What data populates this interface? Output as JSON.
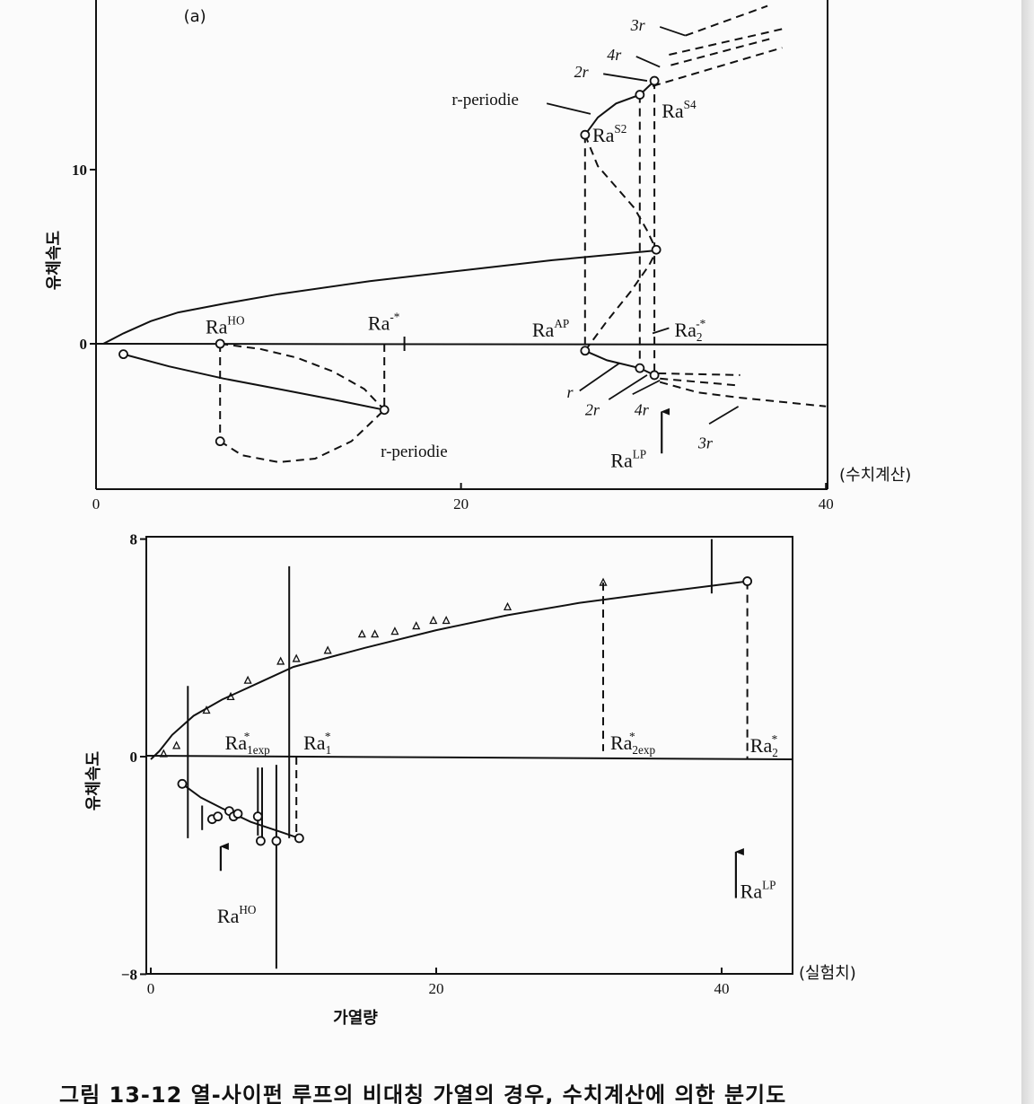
{
  "caption": "그림 13-12 열-사이펀 루프의 비대칭 가열의 경우, 수치계산에 의한 분기도",
  "colors": {
    "ink": "#111111",
    "paper": "#fbfbfb"
  },
  "chart_data": [
    {
      "id": "a",
      "type": "line",
      "panel_label": "(a)",
      "xlim": [
        0,
        40
      ],
      "ylim": [
        -8.3,
        20
      ],
      "xticks": [
        "0",
        "20",
        "40"
      ],
      "xtick_values": [
        0,
        20,
        40
      ],
      "yticks": [
        "0",
        "10"
      ],
      "ytick_values": [
        0,
        10
      ],
      "ylabel": "유체속도",
      "xlabel": "",
      "note": "(수치계산)",
      "grid": false,
      "series": [
        {
          "name": "stable-upper",
          "style": "solid",
          "points": [
            [
              0.4,
              0
            ],
            [
              1.5,
              0.6
            ],
            [
              3,
              1.3
            ],
            [
              4.5,
              1.8
            ],
            [
              7,
              2.3
            ],
            [
              10,
              2.85
            ],
            [
              15,
              3.6
            ],
            [
              20,
              4.2
            ],
            [
              25,
              4.8
            ],
            [
              30.6,
              5.35
            ]
          ]
        },
        {
          "name": "stable-lower",
          "style": "solid",
          "points": [
            [
              1.5,
              -0.6
            ],
            [
              4,
              -1.3
            ],
            [
              7,
              -2.0
            ],
            [
              10,
              -2.6
            ],
            [
              13,
              -3.2
            ],
            [
              15.8,
              -3.8
            ]
          ]
        },
        {
          "name": "r-periodie-lower-upper",
          "style": "dashed",
          "points": [
            [
              6.8,
              0
            ],
            [
              9,
              -0.3
            ],
            [
              11,
              -0.8
            ],
            [
              13,
              -1.6
            ],
            [
              14.7,
              -2.6
            ],
            [
              15.8,
              -3.8
            ]
          ]
        },
        {
          "name": "r-periodie-lower-lower",
          "style": "dashed",
          "points": [
            [
              6.8,
              -5.6
            ],
            [
              8,
              -6.4
            ],
            [
              10,
              -6.8
            ],
            [
              12,
              -6.6
            ],
            [
              14,
              -5.6
            ],
            [
              15.8,
              -3.8
            ]
          ]
        },
        {
          "name": "ra-ho-vertical",
          "style": "dashed",
          "points": [
            [
              6.8,
              0
            ],
            [
              6.8,
              -5.6
            ]
          ]
        },
        {
          "name": "ra-minus-star-vertical",
          "style": "dashed",
          "points": [
            [
              15.8,
              0
            ],
            [
              15.8,
              -3.8
            ]
          ]
        },
        {
          "name": "r-periodie-upper",
          "style": "solid",
          "points": [
            [
              26.8,
              12
            ],
            [
              27.5,
              13
            ],
            [
              28.5,
              13.8
            ],
            [
              29.8,
              14.3
            ],
            [
              30.6,
              15.1
            ]
          ]
        },
        {
          "name": "unstable-s-upper",
          "style": "dashed",
          "points": [
            [
              26.8,
              12
            ],
            [
              27.5,
              10.2
            ],
            [
              28.5,
              9
            ],
            [
              29.5,
              7.8
            ],
            [
              30.2,
              6.5
            ],
            [
              30.7,
              5.4
            ]
          ]
        },
        {
          "name": "unstable-s-lower",
          "style": "dashed",
          "points": [
            [
              26.8,
              -0.4
            ],
            [
              28,
              1.3
            ],
            [
              29.3,
              3
            ],
            [
              30.3,
              4.5
            ],
            [
              30.7,
              5.3
            ]
          ]
        },
        {
          "name": "ra-ap-vertical",
          "style": "dashed",
          "points": [
            [
              26.8,
              12
            ],
            [
              26.8,
              -0.4
            ]
          ]
        },
        {
          "name": "ra-s2-vertical",
          "style": "dashed",
          "points": [
            [
              29.8,
              14.3
            ],
            [
              29.8,
              -1.4
            ]
          ]
        },
        {
          "name": "ra-s4-vertical",
          "style": "dashed",
          "points": [
            [
              30.6,
              15.1
            ],
            [
              30.6,
              -1.8
            ]
          ]
        },
        {
          "name": "r-periodie-negative",
          "style": "solid",
          "points": [
            [
              26.8,
              -0.4
            ],
            [
              28,
              -0.95
            ],
            [
              29.8,
              -1.4
            ],
            [
              30.6,
              -1.8
            ]
          ]
        },
        {
          "name": "branch-3r-a",
          "style": "dashed",
          "points": [
            [
              32.3,
              17.7
            ],
            [
              36.8,
              19.4
            ]
          ]
        },
        {
          "name": "branch-3r-b",
          "style": "dashed",
          "points": [
            [
              31.4,
              16.6
            ],
            [
              37.7,
              18.1
            ]
          ]
        },
        {
          "name": "branch-3r-c",
          "style": "dashed",
          "points": [
            [
              31.5,
              16.0
            ],
            [
              36.9,
              17.5
            ]
          ]
        },
        {
          "name": "branch-4r",
          "style": "dashed",
          "points": [
            [
              30.5,
              14.8
            ],
            [
              37.6,
              17.0
            ]
          ]
        },
        {
          "name": "branch-neg-a",
          "style": "dashed",
          "points": [
            [
              30.8,
              -1.7
            ],
            [
              35.3,
              -1.8
            ]
          ]
        },
        {
          "name": "branch-neg-b",
          "style": "dashed",
          "points": [
            [
              30.9,
              -2.0
            ],
            [
              35.3,
              -2.4
            ]
          ]
        },
        {
          "name": "branch-neg-3r",
          "style": "dashed",
          "points": [
            [
              30.9,
              -2.2
            ],
            [
              33,
              -2.8
            ],
            [
              35.3,
              -3.1
            ],
            [
              40,
              -3.6
            ]
          ]
        }
      ],
      "leaders": [
        [
          [
            30.9,
            18.2
          ],
          [
            32.3,
            17.7
          ]
        ],
        [
          [
            29.6,
            16.5
          ],
          [
            30.9,
            15.9
          ]
        ],
        [
          [
            27.8,
            15.5
          ],
          [
            30.2,
            15.1
          ]
        ],
        [
          [
            24.7,
            13.8
          ],
          [
            27.1,
            13.2
          ]
        ],
        [
          [
            30.5,
            0.6
          ],
          [
            31.4,
            0.9
          ]
        ],
        [
          [
            26.5,
            -2.7
          ],
          [
            28.7,
            -1.1
          ]
        ],
        [
          [
            28.1,
            -3.2
          ],
          [
            30.2,
            -1.8
          ]
        ],
        [
          [
            29.4,
            -2.9
          ],
          [
            30.9,
            -2.1
          ]
        ],
        [
          [
            33.6,
            -4.6
          ],
          [
            35.2,
            -3.6
          ]
        ]
      ],
      "arrows": [
        [
          [
            31.0,
            -6.3
          ],
          [
            31.0,
            -3.9
          ]
        ]
      ],
      "axis_marks": [
        16.9
      ],
      "circles": [
        [
          1.5,
          -0.6
        ],
        [
          6.8,
          0
        ],
        [
          6.8,
          -5.6
        ],
        [
          15.8,
          -3.8
        ],
        [
          26.8,
          12
        ],
        [
          29.8,
          14.3
        ],
        [
          30.6,
          15.1
        ],
        [
          30.7,
          5.4
        ],
        [
          26.8,
          -0.4
        ],
        [
          29.8,
          -1.4
        ],
        [
          30.6,
          -1.8
        ]
      ],
      "triangles": [],
      "labels": [
        {
          "text": "(a)",
          "x": 4.8,
          "y": 18.5,
          "size": 18,
          "font": "sans"
        },
        {
          "text": "3r",
          "x": 29.3,
          "y": 18.0,
          "size": 18,
          "italic": true
        },
        {
          "text": "4r",
          "x": 28.0,
          "y": 16.3,
          "size": 18,
          "italic": true
        },
        {
          "text": "2r",
          "x": 26.2,
          "y": 15.3,
          "size": 18,
          "italic": true
        },
        {
          "text": "r-periodie",
          "x": 19.5,
          "y": 13.7,
          "size": 19
        },
        {
          "text": "Ra",
          "sup": "S2",
          "x": 27.2,
          "y": 11.6,
          "size": 22
        },
        {
          "text": "Ra",
          "sup": "S4",
          "x": 31.0,
          "y": 13.0,
          "size": 22
        },
        {
          "text": "Ra",
          "sup": "HO",
          "x": 6.0,
          "y": 0.6,
          "size": 22
        },
        {
          "text": "Ra",
          "sup": "-*",
          "x": 14.9,
          "y": 0.8,
          "size": 22
        },
        {
          "text": "Ra",
          "sup": "AP",
          "x": 23.9,
          "y": 0.4,
          "size": 22
        },
        {
          "text": "Ra",
          "sub": "2",
          "sup": "-*",
          "x": 31.7,
          "y": 0.4,
          "size": 22
        },
        {
          "text": "r",
          "x": 25.8,
          "y": -3.1,
          "size": 18,
          "italic": true
        },
        {
          "text": "2r",
          "x": 26.8,
          "y": -4.1,
          "size": 18,
          "italic": true
        },
        {
          "text": "4r",
          "x": 29.5,
          "y": -4.1,
          "size": 18,
          "italic": true
        },
        {
          "text": "3r",
          "x": 33.0,
          "y": -6.0,
          "size": 18,
          "italic": true
        },
        {
          "text": "r-periodie",
          "x": 15.6,
          "y": -6.5,
          "size": 19
        },
        {
          "text": "Ra",
          "sup": "LP",
          "x": 28.2,
          "y": -7.1,
          "size": 22
        }
      ]
    },
    {
      "id": "b",
      "type": "scatter",
      "panel_label": "",
      "xlim": [
        0,
        45
      ],
      "ylim": [
        -8,
        8
      ],
      "xticks": [
        "0",
        "20",
        "40"
      ],
      "xtick_values": [
        0,
        20,
        40
      ],
      "yticks": [
        "8",
        "0",
        "−8"
      ],
      "ytick_values": [
        8,
        0,
        -8
      ],
      "ylabel": "유체속도",
      "xlabel": "가열량",
      "note": "(실험치)",
      "grid": false,
      "series": [
        {
          "name": "fit-upper",
          "style": "solid",
          "points": [
            [
              0,
              -0.1
            ],
            [
              0.6,
              0.2
            ],
            [
              1.5,
              0.8
            ],
            [
              3,
              1.5
            ],
            [
              5,
              2.1
            ],
            [
              7.5,
              2.7
            ],
            [
              10,
              3.3
            ],
            [
              15,
              4.0
            ],
            [
              20,
              4.65
            ],
            [
              25,
              5.2
            ],
            [
              30,
              5.65
            ],
            [
              35,
              6.0
            ],
            [
              41.8,
              6.45
            ]
          ]
        },
        {
          "name": "fit-lower",
          "style": "solid",
          "points": [
            [
              2.2,
              -1.0
            ],
            [
              3.5,
              -1.5
            ],
            [
              5,
              -1.9
            ],
            [
              7,
              -2.4
            ],
            [
              9,
              -2.75
            ],
            [
              10.4,
              -3.0
            ]
          ]
        },
        {
          "name": "error-bar",
          "style": "solid",
          "points": [
            [
              2.6,
              2.6
            ],
            [
              2.6,
              -3.0
            ]
          ]
        },
        {
          "name": "error-bar",
          "style": "solid",
          "points": [
            [
              3.6,
              -1.8
            ],
            [
              3.6,
              -2.7
            ]
          ]
        },
        {
          "name": "error-bar",
          "style": "solid",
          "points": [
            [
              7.5,
              -0.4
            ],
            [
              7.5,
              -2.9
            ]
          ]
        },
        {
          "name": "error-bar",
          "style": "solid",
          "points": [
            [
              7.8,
              -0.4
            ],
            [
              7.8,
              -3.0
            ]
          ]
        },
        {
          "name": "error-bar",
          "style": "solid",
          "points": [
            [
              8.8,
              -0.3
            ],
            [
              8.8,
              -7.8
            ]
          ]
        },
        {
          "name": "error-bar",
          "style": "solid",
          "points": [
            [
              9.7,
              7.0
            ],
            [
              9.7,
              -3.0
            ]
          ]
        },
        {
          "name": "error-bar",
          "style": "solid",
          "points": [
            [
              39.3,
              8
            ],
            [
              39.3,
              6.0
            ]
          ]
        },
        {
          "name": "ra1-star-vertical",
          "style": "dashed",
          "points": [
            [
              10.2,
              0
            ],
            [
              10.2,
              -3.0
            ]
          ]
        },
        {
          "name": "ra2exp-vertical",
          "style": "dashed",
          "points": [
            [
              31.7,
              6.4
            ],
            [
              31.7,
              0.2
            ]
          ]
        },
        {
          "name": "ra2-star-vertical",
          "style": "dashed",
          "points": [
            [
              41.8,
              6.45
            ],
            [
              41.8,
              -0.1
            ]
          ]
        }
      ],
      "leaders": [],
      "arrows": [
        [
          [
            4.9,
            -4.2
          ],
          [
            4.9,
            -3.3
          ]
        ],
        [
          [
            41.0,
            -5.2
          ],
          [
            41.0,
            -3.5
          ]
        ]
      ],
      "axis_marks": [],
      "circles": [
        [
          2.2,
          -1.0
        ],
        [
          10.4,
          -3.0
        ],
        [
          41.8,
          6.45
        ],
        [
          4.3,
          -2.3
        ],
        [
          4.7,
          -2.2
        ],
        [
          5.5,
          -2.0
        ],
        [
          5.8,
          -2.2
        ],
        [
          6.1,
          -2.1
        ],
        [
          7.5,
          -2.2
        ],
        [
          7.7,
          -3.1
        ],
        [
          8.8,
          -3.1
        ]
      ],
      "triangles": [
        [
          0.9,
          0.1
        ],
        [
          1.8,
          0.4
        ],
        [
          3.9,
          1.7
        ],
        [
          5.6,
          2.2
        ],
        [
          6.8,
          2.8
        ],
        [
          9.1,
          3.5
        ],
        [
          10.2,
          3.6
        ],
        [
          12.4,
          3.9
        ],
        [
          14.8,
          4.5
        ],
        [
          15.7,
          4.5
        ],
        [
          17.1,
          4.6
        ],
        [
          18.6,
          4.8
        ],
        [
          19.8,
          5.0
        ],
        [
          20.7,
          5.0
        ],
        [
          25.0,
          5.5
        ],
        [
          31.7,
          6.4
        ]
      ],
      "labels": [
        {
          "text": "Ra",
          "sup": "*",
          "sub": "1exp",
          "x": 5.2,
          "y": 0.26,
          "size": 22
        },
        {
          "text": "Ra",
          "sup": "*",
          "sub": "1",
          "x": 10.7,
          "y": 0.26,
          "size": 22
        },
        {
          "text": "Ra",
          "sup": "*",
          "sub": "2exp",
          "x": 32.2,
          "y": 0.26,
          "size": 22
        },
        {
          "text": "Ra",
          "sup": "*",
          "sub": "2",
          "x": 42.0,
          "y": 0.17,
          "size": 22
        },
        {
          "text": "Ra",
          "sup": "HO",
          "x": 4.65,
          "y": -6.1,
          "size": 22
        },
        {
          "text": "Ra",
          "sup": "LP",
          "x": 41.3,
          "y": -5.2,
          "size": 22
        }
      ]
    }
  ]
}
